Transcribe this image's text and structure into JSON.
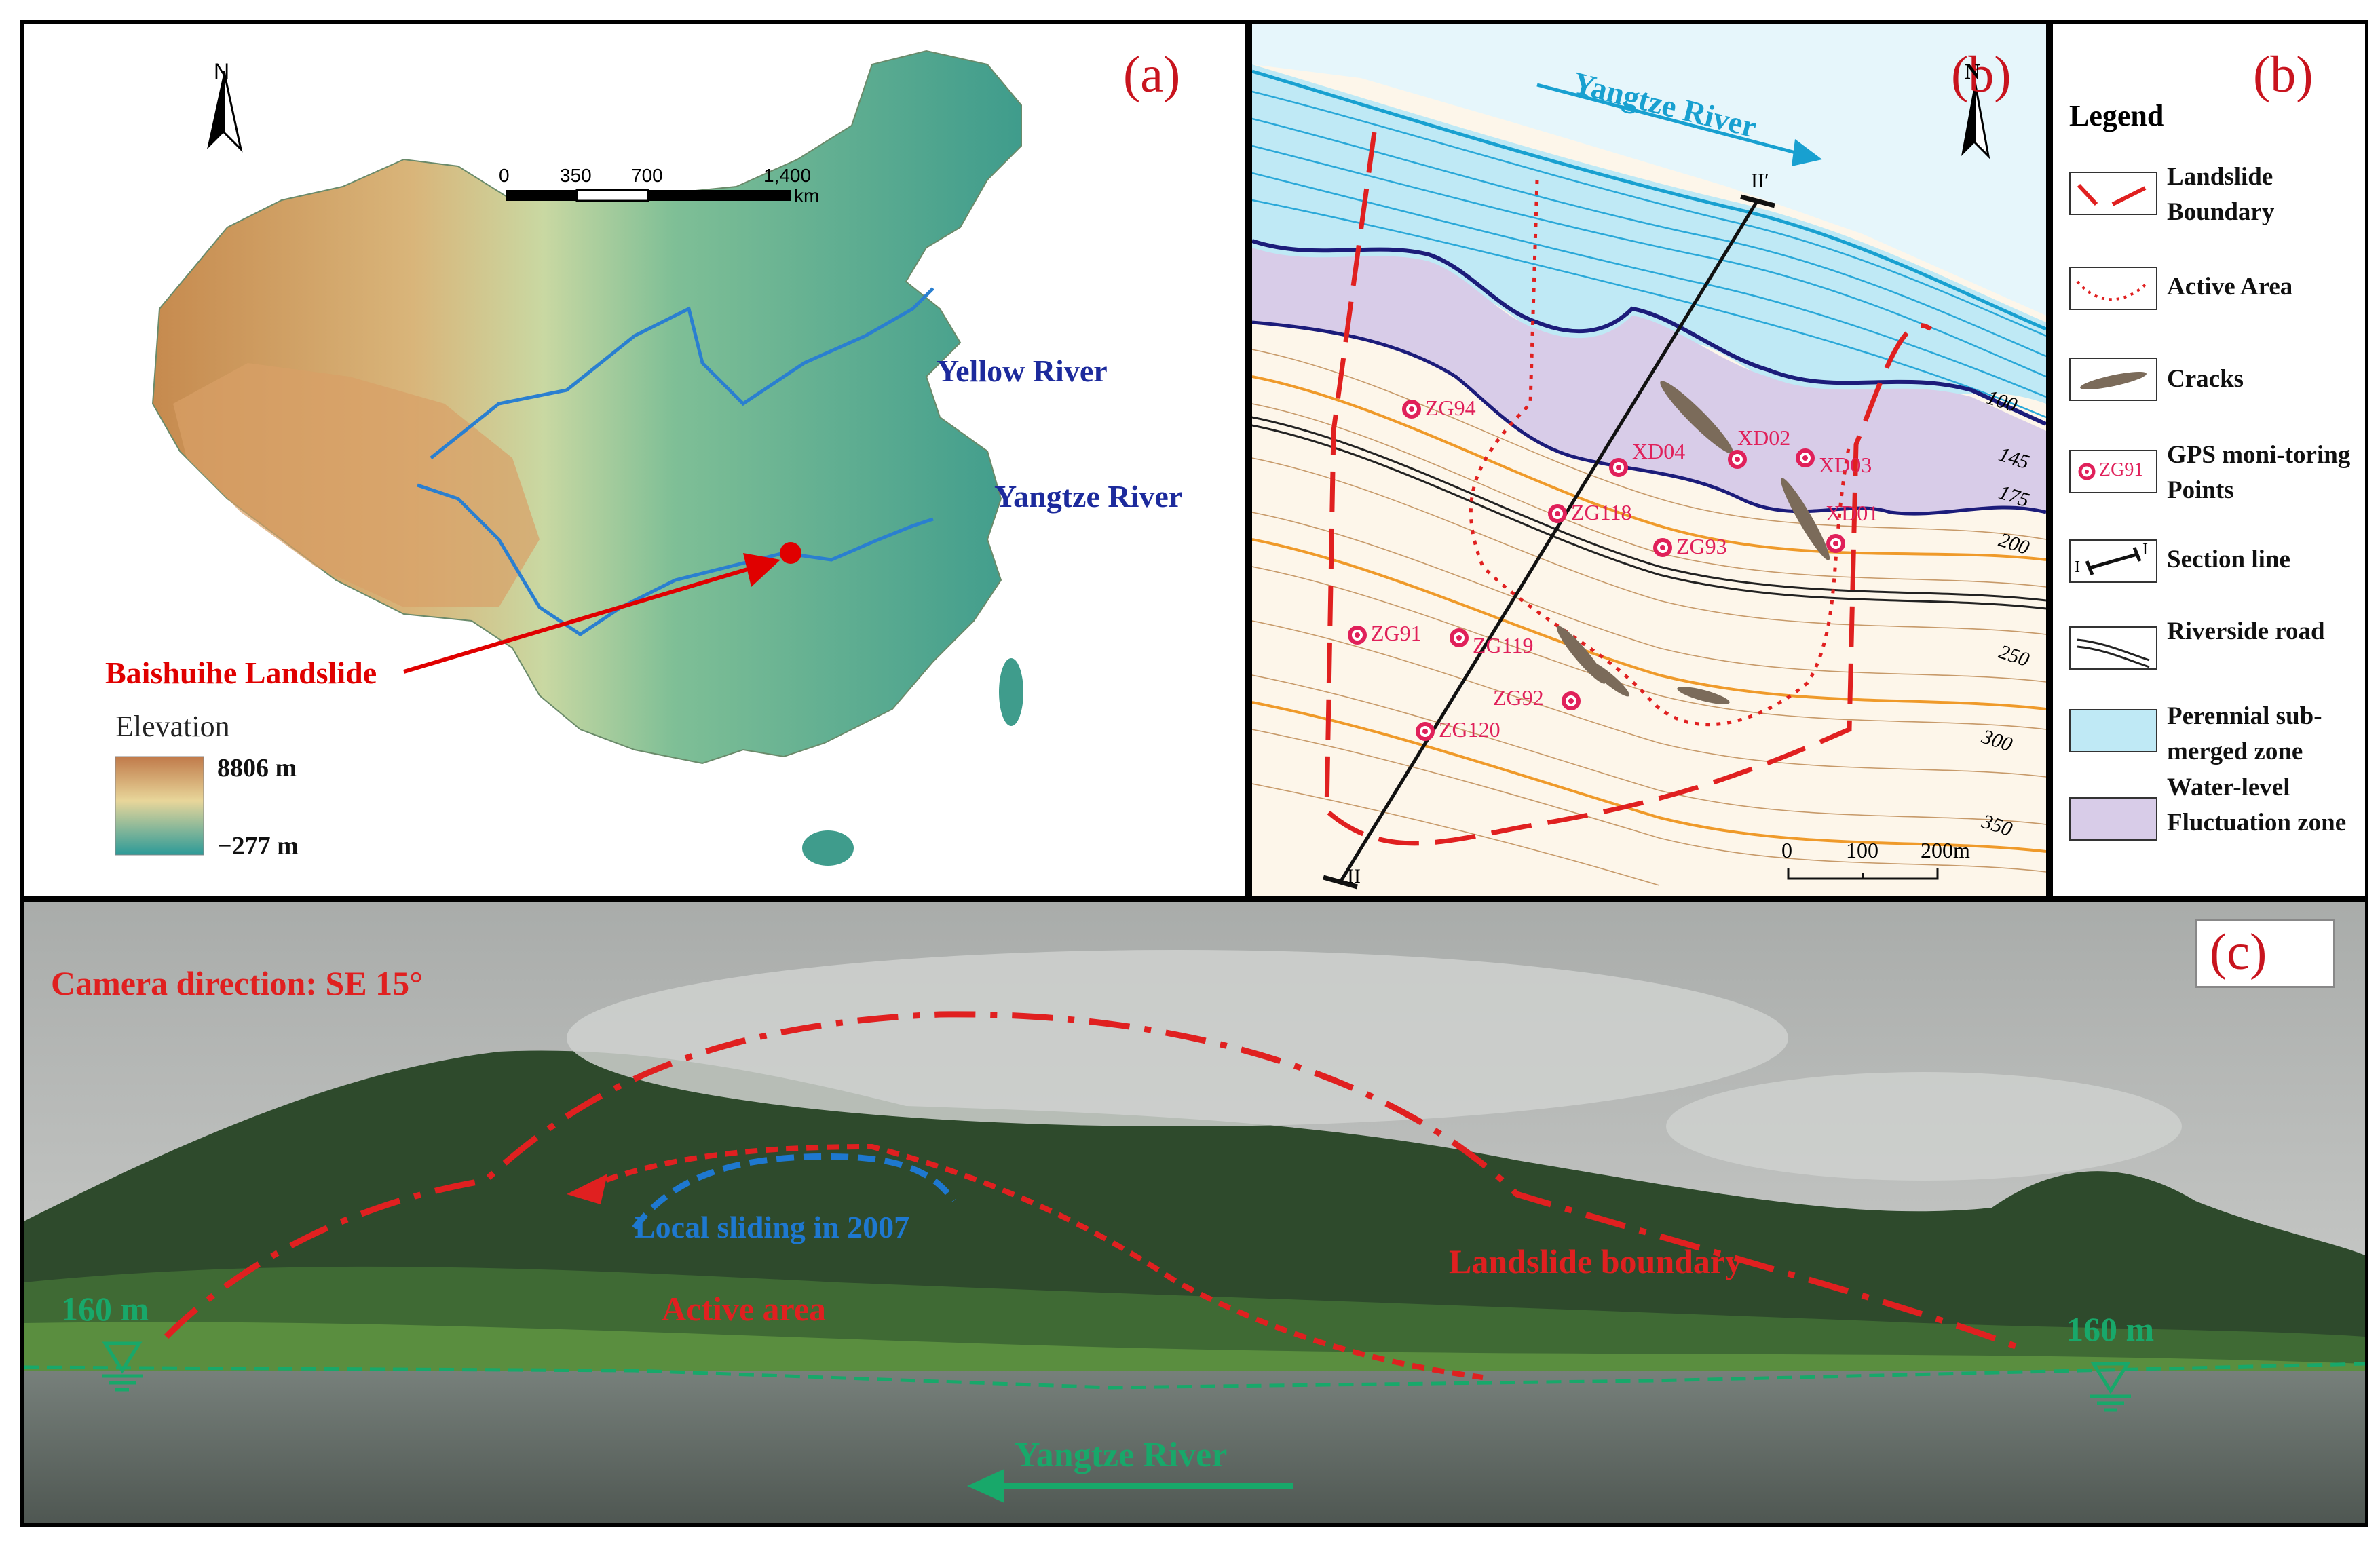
{
  "panel_a": {
    "letter": "(a)",
    "north": "N",
    "scale": {
      "t0": "0",
      "t1": "350",
      "t2": "700",
      "t3": "1,400",
      "unit": "km"
    },
    "yellow_river": "Yellow River",
    "yangtze_river": "Yangtze River",
    "landslide": "Baishuihe Landslide",
    "elevation_title": "Elevation",
    "elev_max": "8806 m",
    "elev_min": "−277 m"
  },
  "panel_b": {
    "letter": "(b)",
    "north": "N",
    "river": "Yangtze River",
    "section_top": "II′",
    "section_bottom": "II",
    "points": [
      "ZG94",
      "XD04",
      "XD02",
      "XD03",
      "ZG118",
      "ZG93",
      "XD01",
      "ZG91",
      "ZG119",
      "ZG92",
      "ZG120"
    ],
    "contours": [
      "100",
      "145",
      "175",
      "200",
      "250",
      "300",
      "350"
    ],
    "scale": {
      "t0": "0",
      "t1": "100",
      "t2": "200m"
    }
  },
  "legend": {
    "title": "Legend",
    "items": [
      {
        "label": "Landslide Boundary"
      },
      {
        "label": "Active Area"
      },
      {
        "label": "Cracks"
      },
      {
        "label": "GPS moni-toring Points",
        "sym_text": "ZG91"
      },
      {
        "label": "Section line",
        "sym_a": "I",
        "sym_b": "I"
      },
      {
        "label": "Riverside road"
      },
      {
        "label": "Perennial sub-merged zone"
      },
      {
        "label": "Water-level Fluctuation zone"
      }
    ]
  },
  "panel_c": {
    "letter": "(c)",
    "camera": "Camera direction: SE 15°",
    "local_sliding": "Local sliding in 2007",
    "active_area": "Active area",
    "boundary": "Landslide boundary",
    "level_left": "160 m",
    "level_right": "160 m",
    "river": "Yangtze River"
  },
  "colors": {
    "accent_red": "#c8141e",
    "river_blue": "#2a7fd0",
    "label_blue": "#1c2a9c",
    "green": "#18a86a"
  }
}
